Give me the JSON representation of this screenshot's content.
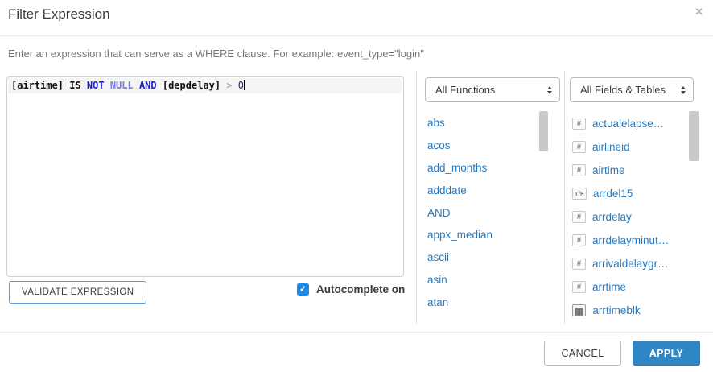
{
  "dialog": {
    "title": "Filter Expression",
    "close_icon": "✕",
    "instruction": "Enter an expression that can serve as a WHERE clause. For example: event_type=\"login\"",
    "expression": {
      "tokens": [
        {
          "text": "[airtime] IS ",
          "type": "plain"
        },
        {
          "text": "NOT ",
          "type": "keyword"
        },
        {
          "text": "NULL ",
          "type": "atom"
        },
        {
          "text": "AND ",
          "type": "keyword"
        },
        {
          "text": "[depdelay] ",
          "type": "plain"
        },
        {
          "text": "> ",
          "type": "operator"
        },
        {
          "text": "0",
          "type": "number"
        }
      ]
    },
    "validate_button_label": "VALIDATE EXPRESSION",
    "autocomplete": {
      "label": "Autocomplete on",
      "checked": true,
      "check_glyph": "✓"
    },
    "functions_panel": {
      "filter_selected": "All Functions",
      "items": [
        "abs",
        "acos",
        "add_months",
        "adddate",
        "AND",
        "appx_median",
        "ascii",
        "asin",
        "atan"
      ]
    },
    "fields_panel": {
      "filter_selected": "All Fields & Tables",
      "items": [
        {
          "icon": "number",
          "glyph": "#",
          "label": "actualelapse…"
        },
        {
          "icon": "number",
          "glyph": "#",
          "label": "airlineid"
        },
        {
          "icon": "number",
          "glyph": "#",
          "label": "airtime"
        },
        {
          "icon": "boolean",
          "glyph": "T/F",
          "label": "arrdel15"
        },
        {
          "icon": "number",
          "glyph": "#",
          "label": "arrdelay"
        },
        {
          "icon": "number",
          "glyph": "#",
          "label": "arrdelayminut…"
        },
        {
          "icon": "number",
          "glyph": "#",
          "label": "arrivaldelaygr…"
        },
        {
          "icon": "number",
          "glyph": "#",
          "label": "arrtime"
        },
        {
          "icon": "calendar",
          "glyph": "▦",
          "label": "arrtimeblk"
        }
      ]
    },
    "footer": {
      "cancel_label": "CANCEL",
      "apply_label": "APPLY"
    },
    "colors": {
      "accent_blue": "#2e86c4",
      "link_blue": "#2879bd",
      "checkbox_blue": "#1e88e5",
      "keyword_blue": "#1d21dd",
      "atom_blue": "#7b80e8",
      "validate_border_blue": "#5b9bd5"
    }
  }
}
